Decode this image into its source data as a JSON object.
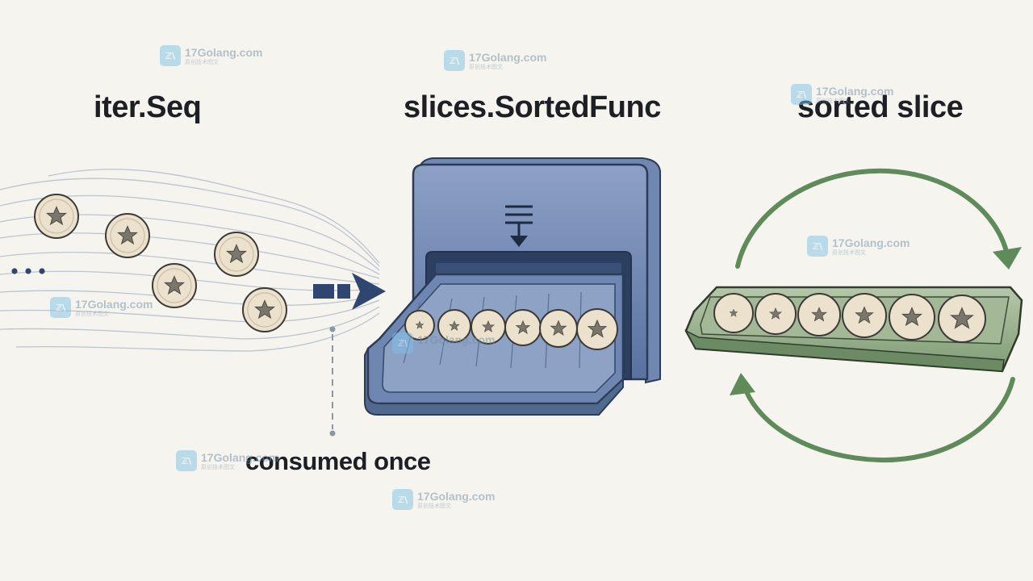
{
  "labels": {
    "iter_seq": "iter.Seq",
    "sorted_func": "slices.SortedFunc",
    "sorted_slice": "sorted slice",
    "consumed_once": "consumed once"
  },
  "watermark": {
    "name": "17Golang.com",
    "sub": "原创技术图文",
    "logo_glyph": "ℤ\\"
  },
  "colors": {
    "machine_blue": "#5f7aa6",
    "arrow_navy": "#2f4670",
    "tray_green": "#8faa85",
    "cycle_green": "#5f8a5a",
    "coin": "#ece1cc",
    "star": "#7b766b"
  },
  "icons": {
    "coin": "star-coin-icon",
    "machine": "sorting-machine-icon",
    "arrow": "right-arrow-icon",
    "cycle": "cycle-arrows-icon"
  }
}
